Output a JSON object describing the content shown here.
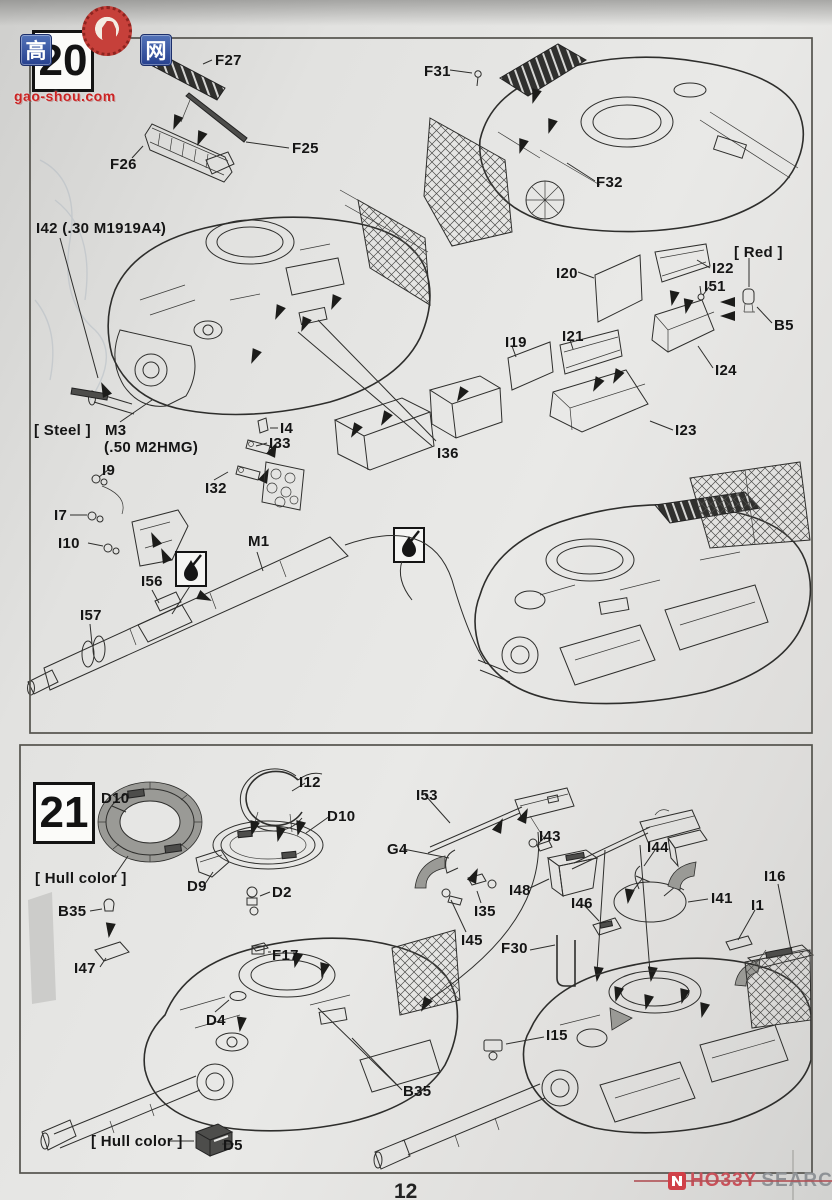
{
  "page": {
    "number": "12"
  },
  "watermark": {
    "char_left": "高",
    "char_right": "网",
    "site": "gao-shou.com"
  },
  "logo": {
    "brand_red": "HO33Y",
    "brand_gray": "SEARCH"
  },
  "colors": {
    "ink": "#2e2e2c",
    "paper": "#e6e6e4",
    "watermark_red": "#cb2323",
    "watermark_blue": "#27418f",
    "logo_red": "#c8515a",
    "logo_gray": "#8e9296"
  },
  "step20": {
    "number": "20",
    "labels": {
      "f27": "F27",
      "f26": "F26",
      "f25": "F25",
      "f31": "F31",
      "f32": "F32",
      "red_note": "[ Red ]",
      "i20": "I20",
      "i22": "I22",
      "i51": "I51",
      "b5": "B5",
      "i19": "I19",
      "i21": "I21",
      "i24": "I24",
      "i23": "I23",
      "i36": "I36",
      "i42": "I42 (.30 M1919A4)",
      "steel_note": "[ Steel ]",
      "m3": "M3",
      "m3_sub": "(.50 M2HMG)",
      "i4": "I4",
      "i33": "I33",
      "i32": "I32",
      "i9": "I9",
      "i7": "I7",
      "i10": "I10",
      "m1": "M1",
      "i56": "I56",
      "i57": "I57"
    }
  },
  "step21": {
    "number": "21",
    "labels": {
      "d10_a": "D10",
      "i12": "I12",
      "d10_b": "D10",
      "hull_a": "[ Hull color ]",
      "d9": "D9",
      "b35_a": "B35",
      "i47": "I47",
      "d2": "D2",
      "f17": "F17",
      "i53": "I53",
      "g4": "G4",
      "i43": "I43",
      "i48": "I48",
      "i35": "I35",
      "i45": "I45",
      "i44": "I44",
      "i46": "I46",
      "f30": "F30",
      "i41": "I41",
      "i16": "I16",
      "i1": "I1",
      "d4": "D4",
      "b35_b": "B35",
      "i15": "I15",
      "hull_b": "[ Hull color ]",
      "d5": "D5"
    }
  }
}
